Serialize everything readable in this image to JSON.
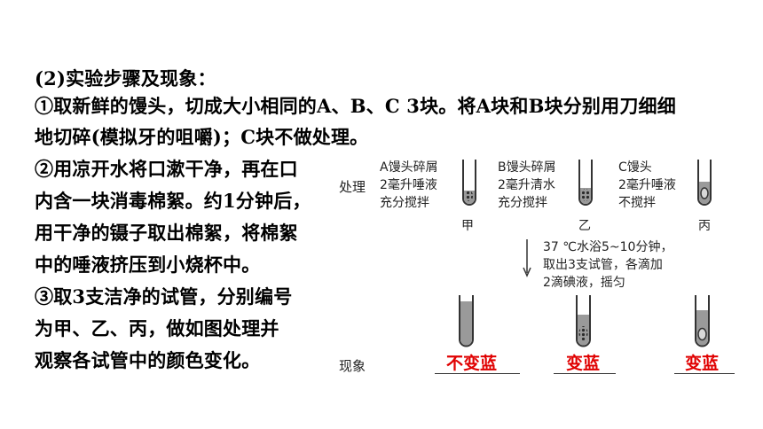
{
  "heading": "(2)实验步骤及现象：",
  "step1": {
    "line1": "①取新鲜的馒头，切成大小相同的A、B、C 3块。将A块和B块分别用刀细细",
    "line2": "地切碎(模拟牙的咀嚼)；C块不做处理。"
  },
  "step2": {
    "lines": [
      "②用凉开水将口漱干净，再在口",
      "内含一块消毒棉絮。约1分钟后，",
      "用干净的镊子取出棉絮，将棉絮",
      "中的唾液挤压到小烧杯中。"
    ]
  },
  "step3": {
    "lines": [
      "③取3支洁净的试管，分别编号",
      "为甲、乙、丙，做如图处理并",
      "观察各试管中的颜色变化。"
    ]
  },
  "figure": {
    "treatment_label": "处理",
    "phenomenon_label": "现象",
    "tubes": [
      {
        "lines": [
          "A馒头碎屑",
          "2毫升唾液",
          "充分搅拌"
        ],
        "name": "甲",
        "answer": "不变蓝"
      },
      {
        "lines": [
          "B馒头碎屑",
          "2毫升清水",
          "充分搅拌"
        ],
        "name": "乙",
        "answer": "变蓝"
      },
      {
        "lines": [
          "C馒头",
          "2毫升唾液",
          "不搅拌"
        ],
        "name": "丙",
        "answer": "变蓝"
      }
    ],
    "bath_lines": [
      "37 ℃水浴5~10分钟，",
      "取出3支试管，各滴加",
      "2滴碘液，摇匀"
    ]
  },
  "colors": {
    "answer": "#e00000",
    "liquid": "#9a9a9a",
    "dark": "#333333"
  }
}
